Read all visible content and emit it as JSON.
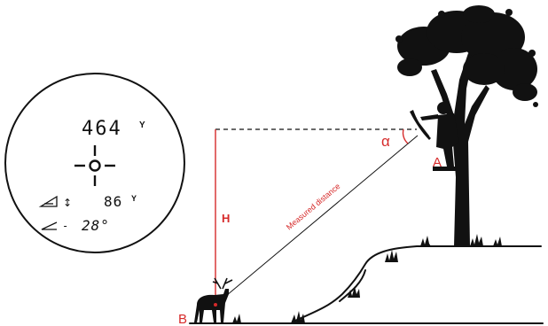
{
  "rangefinder": {
    "distance_value": "464",
    "distance_unit": "Y",
    "height_value": "86",
    "height_unit": "Y",
    "height_arrow": "↕",
    "angle_sign": "-",
    "angle_value": "28°"
  },
  "diagram": {
    "label_height": "H",
    "label_angle": "α",
    "label_point_a": "A",
    "label_point_b": "B",
    "label_measured": "Measured distance"
  },
  "colors": {
    "accent_red": "#d62a2a",
    "ink": "#111111"
  }
}
